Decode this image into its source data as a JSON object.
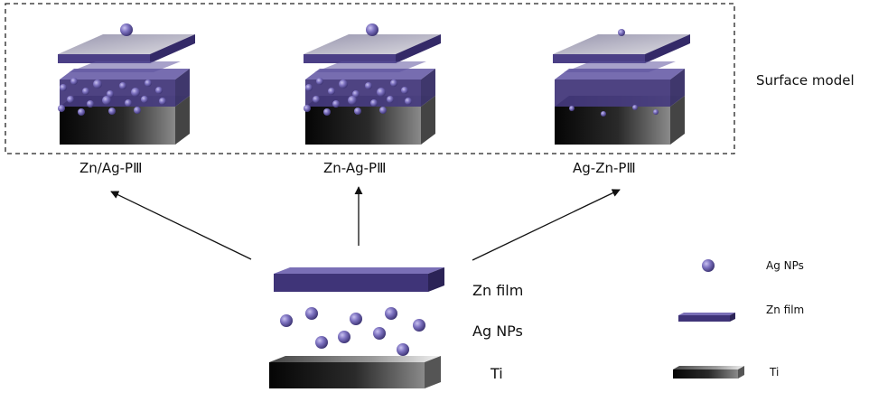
{
  "section_title": "Surface model",
  "models": [
    {
      "label": "Zn/Ag-PⅢ",
      "np_style": "dense"
    },
    {
      "label": "Zn-Ag-PⅢ",
      "np_style": "dense"
    },
    {
      "label": "Ag-Zn-PⅢ",
      "np_style": "sparse"
    }
  ],
  "layers": [
    {
      "label": "Zn film"
    },
    {
      "label": "Ag NPs"
    },
    {
      "label": "Ti"
    }
  ],
  "legend": [
    {
      "label": "Ag NPs",
      "icon": "sphere-icon"
    },
    {
      "label": "Zn film",
      "icon": "film-icon"
    },
    {
      "label": "Ti",
      "icon": "slab-icon"
    }
  ],
  "colors": {
    "zinc": "#4b3f86",
    "zinc_light": "#6f63a8",
    "silver_np": "#7d72c0",
    "titanium": "#1a1a1a",
    "glass": "#c8c8cc"
  }
}
